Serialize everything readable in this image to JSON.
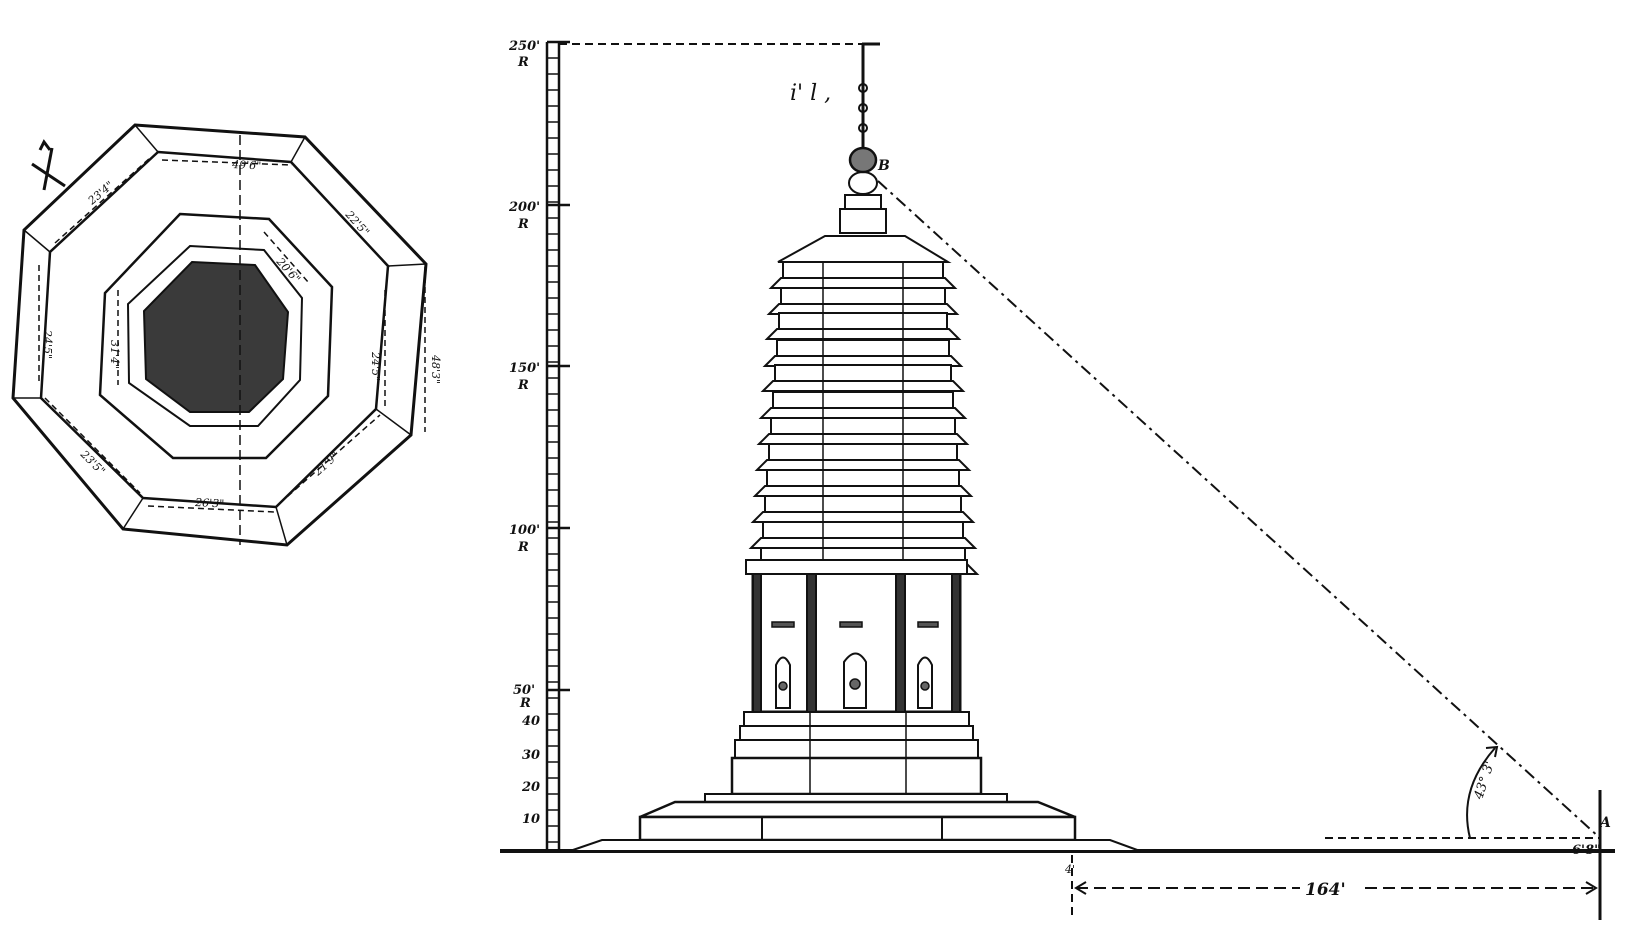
{
  "plan": {
    "dimensions": {
      "top_inner": "49'6\"",
      "top_left": "23'4\"",
      "top_right": "22'5\"",
      "left": "24'5\"",
      "right_inner": "24'5\"",
      "right_outer": "48'3\"",
      "bottom_left": "23'5\"",
      "bottom_right": "21'9\"",
      "bottom": "26'3\"",
      "core_top": "20'6\"",
      "core_left": "31'4\""
    },
    "north_arrow_icon": "north-arrow"
  },
  "elevation": {
    "scale_labels": {
      "s250": "250'",
      "s200": "200'",
      "s150": "150'",
      "s100": "100'",
      "s50": "50'",
      "s40": "40",
      "s30": "30",
      "s20": "20",
      "s10": "10",
      "r": "R"
    },
    "point_b": "B",
    "point_a": "A",
    "angle": "43° 3'",
    "height_a": "6'8\"",
    "base_distance": "164'",
    "top_mark": "4'",
    "sketch_note": "i' l ,"
  }
}
